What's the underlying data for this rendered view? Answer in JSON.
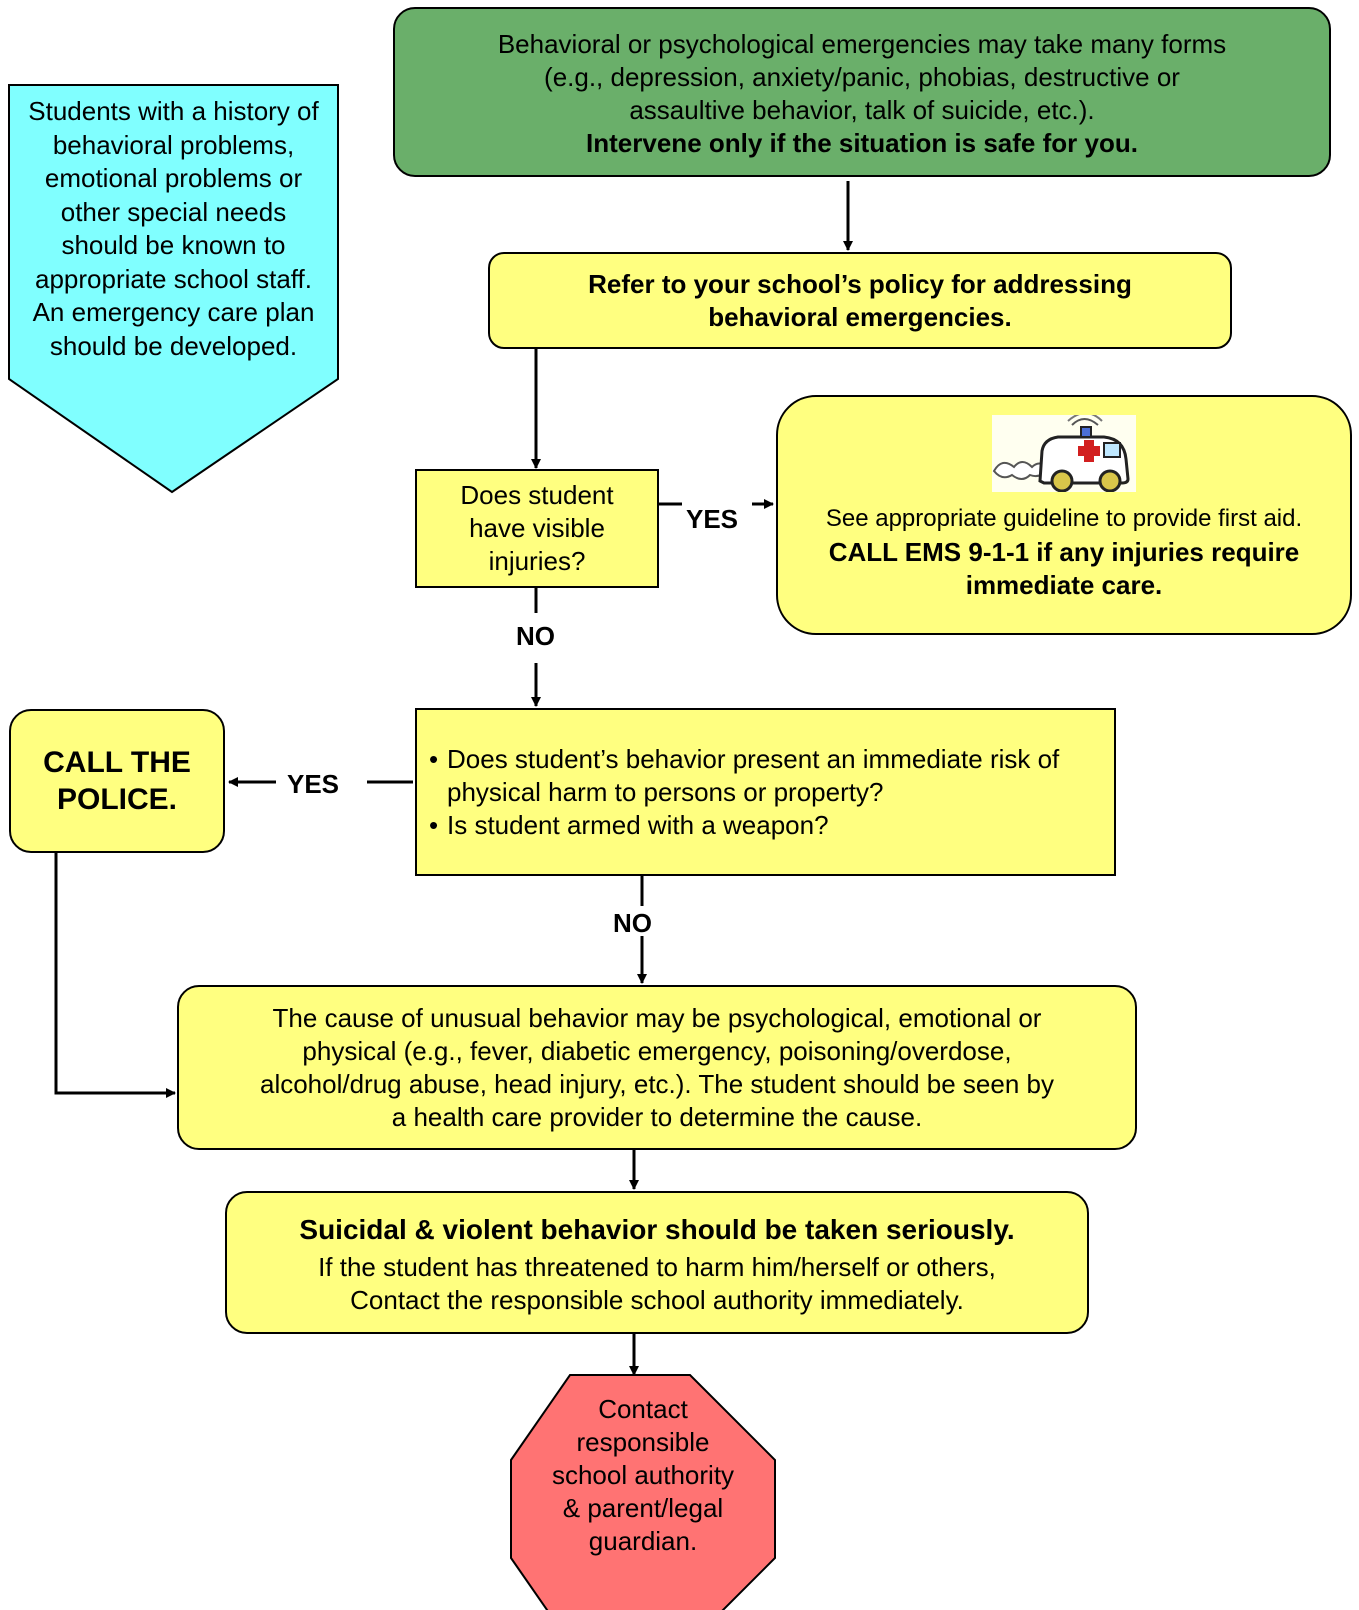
{
  "colors": {
    "start_fill": "#6aaf6a",
    "box_fill": "#ffff80",
    "note_fill": "#80ffff",
    "stop_fill": "#ff7373",
    "stroke": "#000000"
  },
  "side_note": {
    "text": "Students with a history of behavioral problems, emotional problems or other special needs should be known to appropriate school staff.  An emergency care plan should be developed."
  },
  "start": {
    "lines": [
      "Behavioral or psychological emergencies may take many forms",
      "(e.g., depression, anxiety/panic, phobias, destructive or",
      "assaultive behavior, talk of suicide, etc.)."
    ],
    "emphasis": "Intervene only if the situation is safe for you."
  },
  "policy": {
    "lines": [
      "Refer to your school’s policy for addressing",
      "behavioral emergencies."
    ]
  },
  "injury_question": {
    "lines": [
      "Does student",
      "have visible",
      "injuries?"
    ]
  },
  "first_aid": {
    "icon": "ambulance-icon",
    "text": "See appropriate guideline to provide first aid.",
    "emphasis_lines": [
      "CALL EMS 9-1-1 if any injuries require",
      "immediate care."
    ]
  },
  "risk_question": {
    "items": [
      "Does student’s behavior present an immediate risk of physical harm to persons or property?",
      "Is student armed with a weapon?"
    ]
  },
  "police": {
    "lines": [
      "CALL THE",
      "POLICE."
    ]
  },
  "cause": {
    "lines": [
      "The cause of unusual behavior may be psychological, emotional or",
      "physical (e.g., fever, diabetic emergency, poisoning/overdose,",
      "alcohol/drug abuse, head injury, etc.).  The student should be seen by",
      "a health care provider to determine the cause."
    ]
  },
  "serious": {
    "title": "Suicidal & violent behavior should be taken seriously.",
    "lines": [
      "If the student has threatened to harm him/herself or others,",
      "Contact the responsible school authority immediately."
    ]
  },
  "final": {
    "lines": [
      "Contact",
      "responsible",
      "school authority",
      "& parent/legal",
      "guardian."
    ]
  },
  "labels": {
    "yes_injuries": "YES",
    "no_injuries": "NO",
    "yes_risk": "YES",
    "no_risk": "NO"
  }
}
